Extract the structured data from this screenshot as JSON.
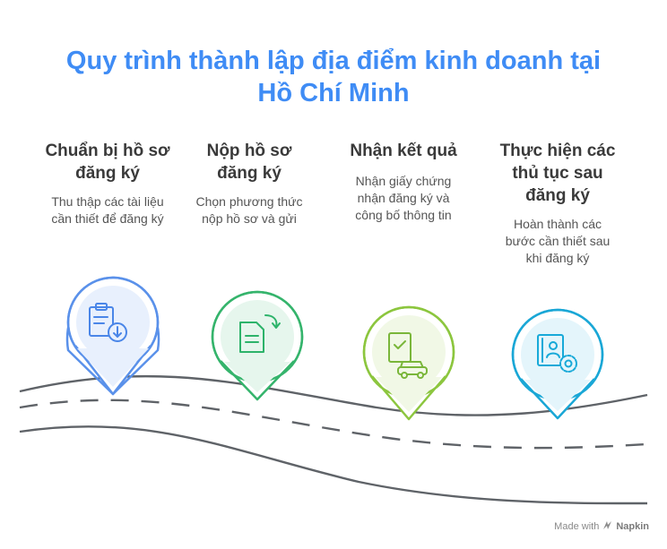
{
  "title": {
    "line1": "Quy trình thành lập địa điểm kinh doanh tại",
    "line2": "Hồ Chí Minh"
  },
  "steps": [
    {
      "title_lines": [
        "Chuẩn bị hồ sơ",
        "đăng ký"
      ],
      "desc_lines": [
        "Thu thập các tài liệu",
        "cần thiết để đăng ký"
      ],
      "icon": "clipboard-download-icon",
      "color": "#4a86e8"
    },
    {
      "title_lines": [
        "Nộp hồ sơ",
        "đăng ký"
      ],
      "desc_lines": [
        "Chọn phương thức",
        "nộp hồ sơ và gửi"
      ],
      "icon": "document-send-icon",
      "color": "#2db36a"
    },
    {
      "title_lines": [
        "Nhận kết quả"
      ],
      "desc_lines": [
        "Nhận giấy chứng",
        "nhận đăng ký và",
        "công bố thông tin"
      ],
      "icon": "certificate-car-icon",
      "color": "#8dc63f"
    },
    {
      "title_lines": [
        "Thực hiện các",
        "thủ tục sau",
        "đăng ký"
      ],
      "desc_lines": [
        "Hoàn thành các",
        "bước cần thiết sau",
        "khi đăng ký"
      ],
      "icon": "profile-gear-icon",
      "color": "#17a9d8"
    }
  ],
  "watermark": {
    "prefix": "Made with",
    "brand": "Napkin"
  }
}
